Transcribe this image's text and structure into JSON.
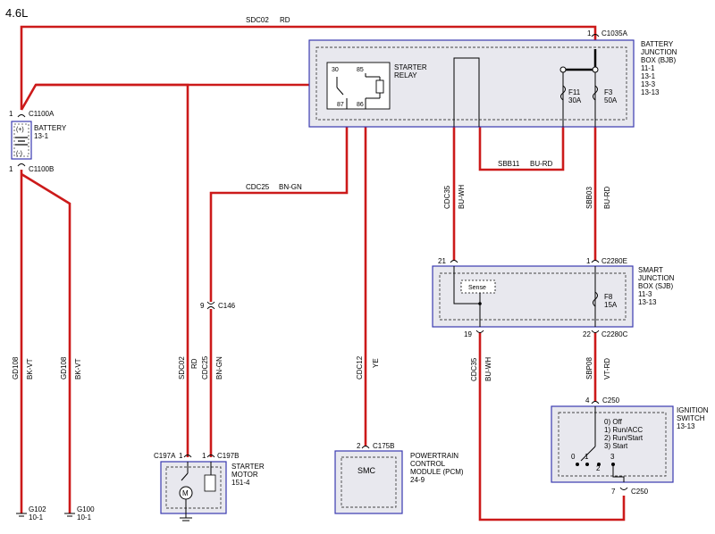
{
  "title": "4.6L",
  "colors": {
    "wire": "#cc1a1a",
    "box_border": "#3a3ab0",
    "box_fill": "#e8e8ee"
  },
  "wires": {
    "top_circuit": "SDC02",
    "top_color": "RD",
    "sbb11": "SBB11",
    "sbb11_color": "BU-RD",
    "cdc25_h": "CDC25",
    "cdc25_h_color": "BN-GN",
    "cdc35_upper": "CDC35",
    "cdc35_upper_color": "BU-WH",
    "sbb03": "SBB03",
    "sbb03_color": "BU-RD",
    "gd108_a": "GD108",
    "gd108_a_color": "BK-VT",
    "gd108_b": "GD108",
    "gd108_b_color": "BK-VT",
    "sdc02_v": "SDC02",
    "sdc02_v_color": "RD",
    "cdc25_v": "CDC25",
    "cdc25_v_color": "BN-GN",
    "cdc12": "CDC12",
    "cdc12_color": "YE",
    "cdc35_lower": "CDC35",
    "cdc35_lower_color": "BU-WH",
    "sbp08": "SBP08",
    "sbp08_color": "VT-RD"
  },
  "connectors": {
    "c1035a": "C1035A",
    "c1035a_pin": "1",
    "c1100a": "C1100A",
    "c1100a_pin": "1",
    "c1100b": "C1100B",
    "c1100b_pin": "1",
    "c146": "C146",
    "c146_pin": "9",
    "c2280e_pin_left": "21",
    "c2280e_pin_right": "1",
    "c2280e": "C2280E",
    "c2280c_pin_left": "19",
    "c2280c_pin_right": "22",
    "c2280c": "C2280C",
    "c250_top": "C250",
    "c250_top_pin": "4",
    "c250_bottom": "C250",
    "c250_bottom_pin": "7",
    "c197a": "C197A",
    "c197a_pin": "1",
    "c197b": "C197B",
    "c197b_pin": "1",
    "c175b": "C175B",
    "c175b_pin": "2"
  },
  "components": {
    "bjb": {
      "lines": [
        "BATTERY",
        "JUNCTION",
        "BOX (BJB)",
        "11-1",
        "13-1",
        "13-3",
        "13-13"
      ]
    },
    "relay": {
      "lines": [
        "STARTER",
        "RELAY"
      ],
      "pin30": "30",
      "pin85": "85",
      "pin87": "87",
      "pin86": "86"
    },
    "f11": {
      "name": "F11",
      "rating": "30A"
    },
    "f3": {
      "name": "F3",
      "rating": "50A"
    },
    "battery": {
      "lines": [
        "BATTERY",
        "13-1"
      ],
      "plus": "(+)",
      "minus": "(-)"
    },
    "sjb": {
      "lines": [
        "SMART",
        "JUNCTION",
        "BOX (SJB)",
        "11-3",
        "13-13"
      ],
      "sense": "Sense"
    },
    "f8": {
      "name": "F8",
      "rating": "15A"
    },
    "ignition": {
      "lines": [
        "IGNITION",
        "SWITCH",
        "13-13"
      ],
      "positions": [
        "0) Off",
        "1) Run/ACC",
        "2) Run/Start",
        "3) Start"
      ],
      "pin0": "0",
      "pin1": "1",
      "pin2": "2",
      "pin3": "3"
    },
    "starter_motor": {
      "lines": [
        "STARTER",
        "MOTOR",
        "151-4"
      ]
    },
    "pcm": {
      "lines": [
        "POWERTRAIN",
        "CONTROL",
        "MODULE (PCM)",
        "24-9"
      ],
      "smc": "SMC"
    }
  },
  "grounds": {
    "g102": {
      "name": "G102",
      "ref": "10-1"
    },
    "g100": {
      "name": "G100",
      "ref": "10-1"
    }
  }
}
